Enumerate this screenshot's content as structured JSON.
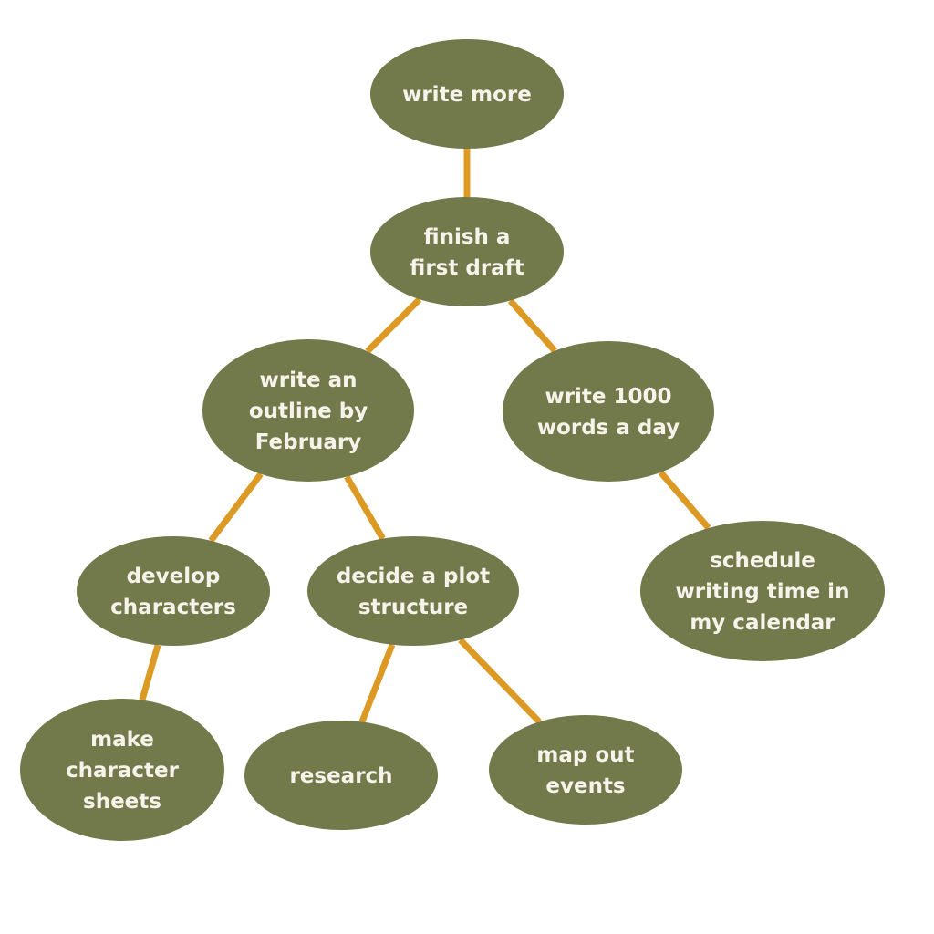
{
  "colors": {
    "node_fill": "#72794A",
    "edge": "#DC9A25",
    "text": "#F6F3EA"
  },
  "nodes": [
    {
      "id": "write-more",
      "lines": [
        "write more"
      ]
    },
    {
      "id": "finish-first-draft",
      "lines": [
        "finish a",
        "first draft"
      ]
    },
    {
      "id": "write-outline",
      "lines": [
        "write an",
        "outline by",
        "February"
      ]
    },
    {
      "id": "write-1000-words",
      "lines": [
        "write 1000",
        "words a day"
      ]
    },
    {
      "id": "develop-characters",
      "lines": [
        "develop",
        "characters"
      ]
    },
    {
      "id": "decide-plot-structure",
      "lines": [
        "decide a plot",
        "structure"
      ]
    },
    {
      "id": "schedule-writing-time",
      "lines": [
        "schedule",
        "writing time in",
        "my calendar"
      ]
    },
    {
      "id": "make-character-sheets",
      "lines": [
        "make",
        "character",
        "sheets"
      ]
    },
    {
      "id": "research",
      "lines": [
        "research"
      ]
    },
    {
      "id": "map-out-events",
      "lines": [
        "map out",
        "events"
      ]
    }
  ],
  "edges": [
    [
      "write-more",
      "finish-first-draft"
    ],
    [
      "finish-first-draft",
      "write-outline"
    ],
    [
      "finish-first-draft",
      "write-1000-words"
    ],
    [
      "write-outline",
      "develop-characters"
    ],
    [
      "write-outline",
      "decide-plot-structure"
    ],
    [
      "write-1000-words",
      "schedule-writing-time"
    ],
    [
      "develop-characters",
      "make-character-sheets"
    ],
    [
      "decide-plot-structure",
      "research"
    ],
    [
      "decide-plot-structure",
      "map-out-events"
    ]
  ]
}
